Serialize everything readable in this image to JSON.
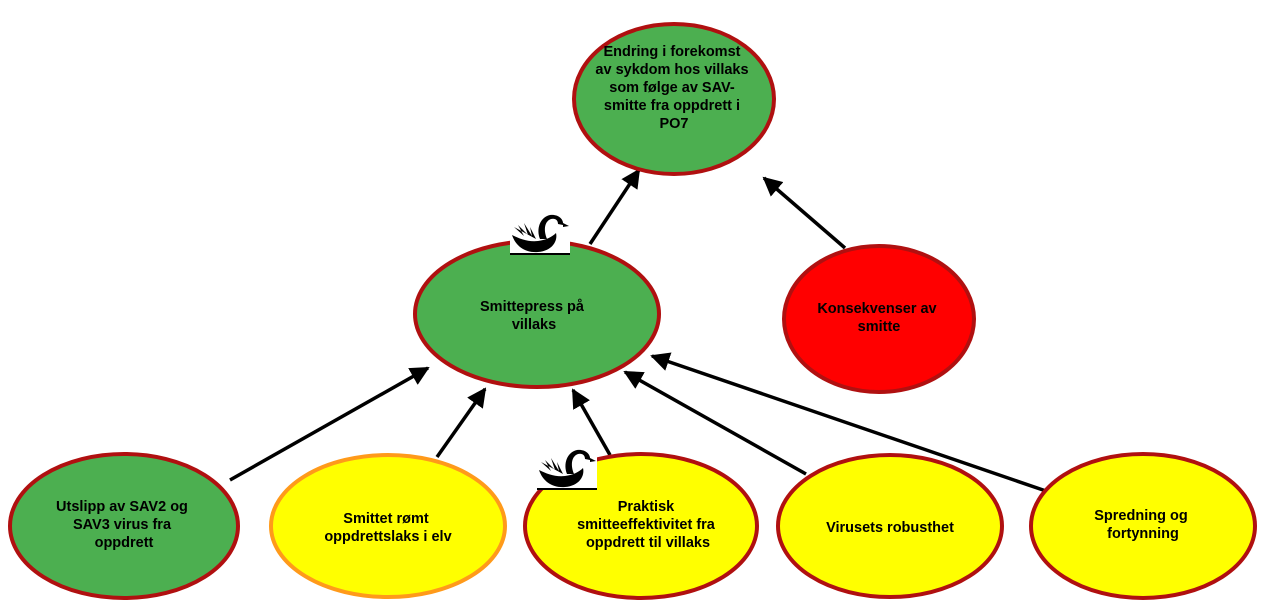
{
  "colors": {
    "green": "#4caf50",
    "red": "#ff0000",
    "yellow": "#ffff00",
    "border_dark_red": "#b01010",
    "border_orange": "#ff9a1a",
    "arrow": "#000000"
  },
  "nodes": {
    "top": {
      "lines": [
        "Endring i forekomst",
        "av sykdom hos villaks",
        "som følge av SAV-",
        "smitte fra oppdrett i",
        "PO7"
      ]
    },
    "smittepress": {
      "lines": [
        "Smittepress på",
        "villaks"
      ],
      "badge": "black-swan-icon"
    },
    "konsekvenser": {
      "lines": [
        "Konsekvenser av",
        "smitte"
      ]
    },
    "utslipp": {
      "lines": [
        "Utslipp av SAV2 og",
        "SAV3 virus fra",
        "oppdrett"
      ]
    },
    "smittet": {
      "lines": [
        "Smittet rømt",
        "oppdrettslaks i elv"
      ]
    },
    "praktisk": {
      "lines": [
        "Praktisk",
        "smitteeffektivitet fra",
        "oppdrett til villaks"
      ],
      "badge": "black-swan-icon"
    },
    "virusets": {
      "lines": [
        "Virusets robusthet"
      ]
    },
    "spredning": {
      "lines": [
        "Spredning og",
        "fortynning"
      ]
    }
  }
}
